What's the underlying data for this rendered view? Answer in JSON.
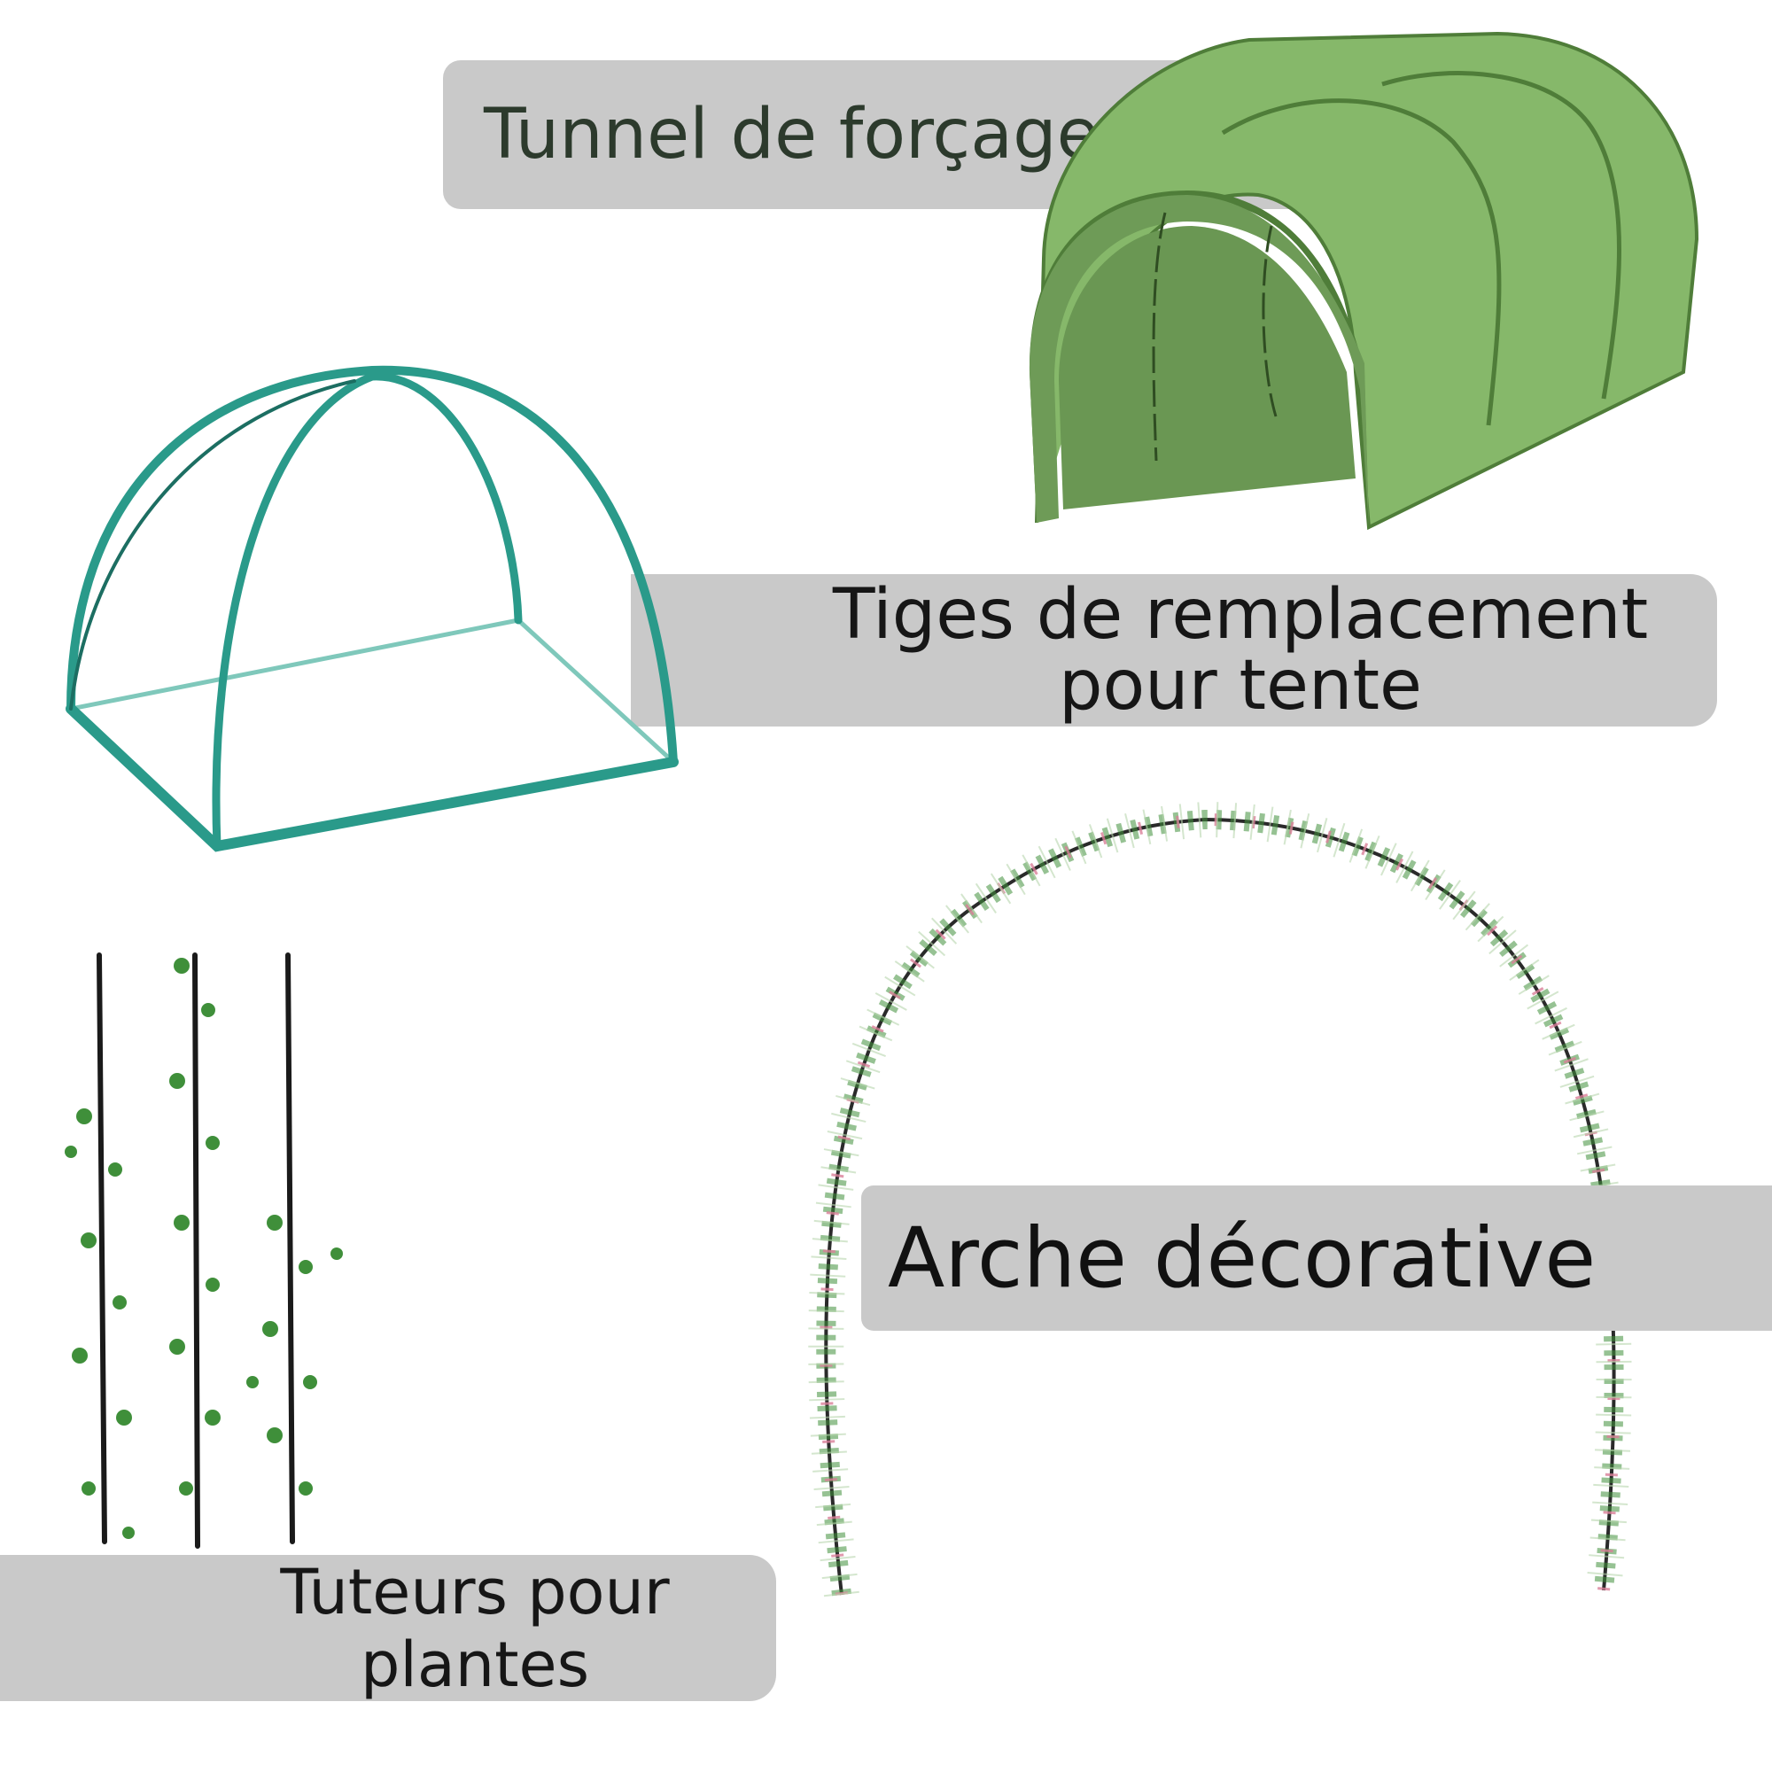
{
  "labels": {
    "tunnel": "Tunnel de forçage",
    "tiges": "Tiges de remplacement pour tente",
    "arche": "Arche décorative",
    "tuteurs": "Tuteurs pour plantes"
  },
  "colors": {
    "label_background": "#c9c9c9",
    "tunnel_green": "#86b86a",
    "tunnel_dark": "#5a8a43",
    "frame_teal": "#2a9a8a",
    "stake_black": "#1a1a1a",
    "leaf_green": "#3f8f3a",
    "rose_pink": "#d98098"
  },
  "icons": {
    "tunnel": "greenhouse-tunnel-icon",
    "frame": "tent-frame-icon",
    "stakes": "plant-stakes-icon",
    "arch": "decorative-arch-icon"
  }
}
